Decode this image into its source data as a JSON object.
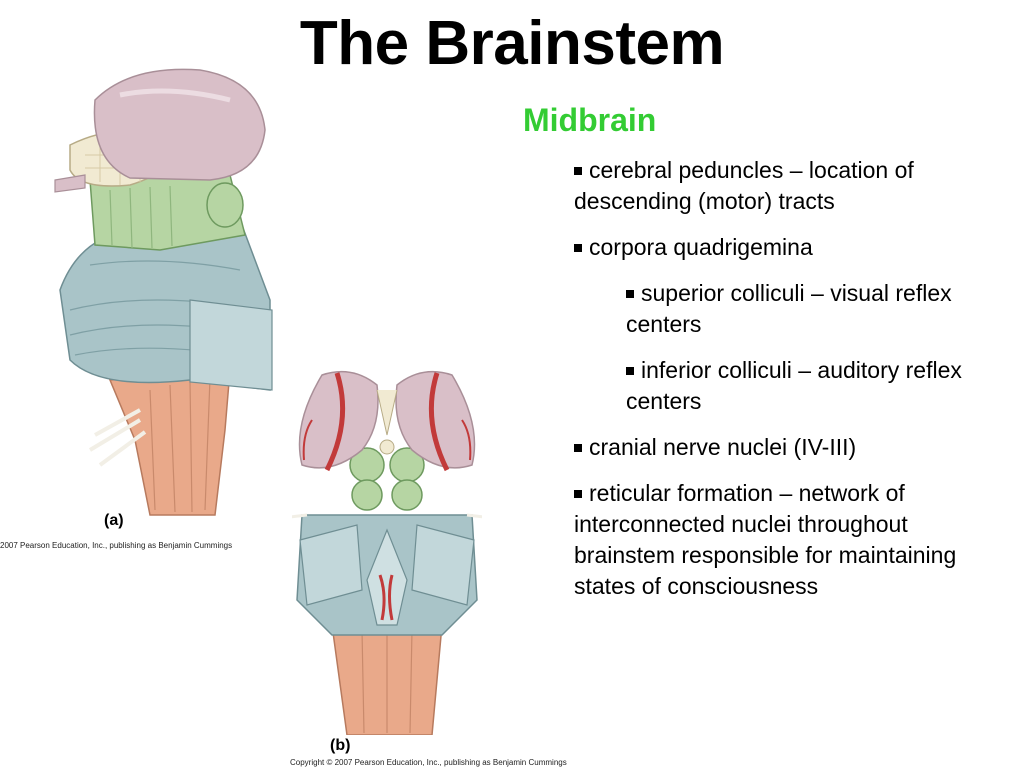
{
  "slide": {
    "title": "The Brainstem",
    "subtitle": "Midbrain",
    "bullets": [
      {
        "level": 1,
        "text": "cerebral peduncles – location of descending (motor) tracts"
      },
      {
        "level": 1,
        "text": "corpora quadrigemina"
      },
      {
        "level": 2,
        "text": "superior colliculi – visual reflex centers"
      },
      {
        "level": 2,
        "text": "inferior colliculi – auditory reflex centers"
      },
      {
        "level": 1,
        "text": "cranial nerve nuclei (IV-III)"
      },
      {
        "level": 1,
        "text": "reticular formation – network of interconnected nuclei throughout brainstem responsible for maintaining states of consciousness"
      }
    ]
  },
  "figures": {
    "a": {
      "label": "(a)",
      "copyright": "2007 Pearson Education, Inc., publishing as Benjamin Cummings"
    },
    "b": {
      "label": "(b)",
      "copyright": "Copyright © 2007 Pearson Education, Inc., publishing as Benjamin Cummings"
    }
  },
  "colors": {
    "subtitle": "#33cc33",
    "thalamus": "#d9bfc8",
    "tract": "#a9c4c8",
    "nucleus": "#b6d5a3",
    "medulla": "#e9a98a",
    "vessel": "#c23a3a"
  }
}
